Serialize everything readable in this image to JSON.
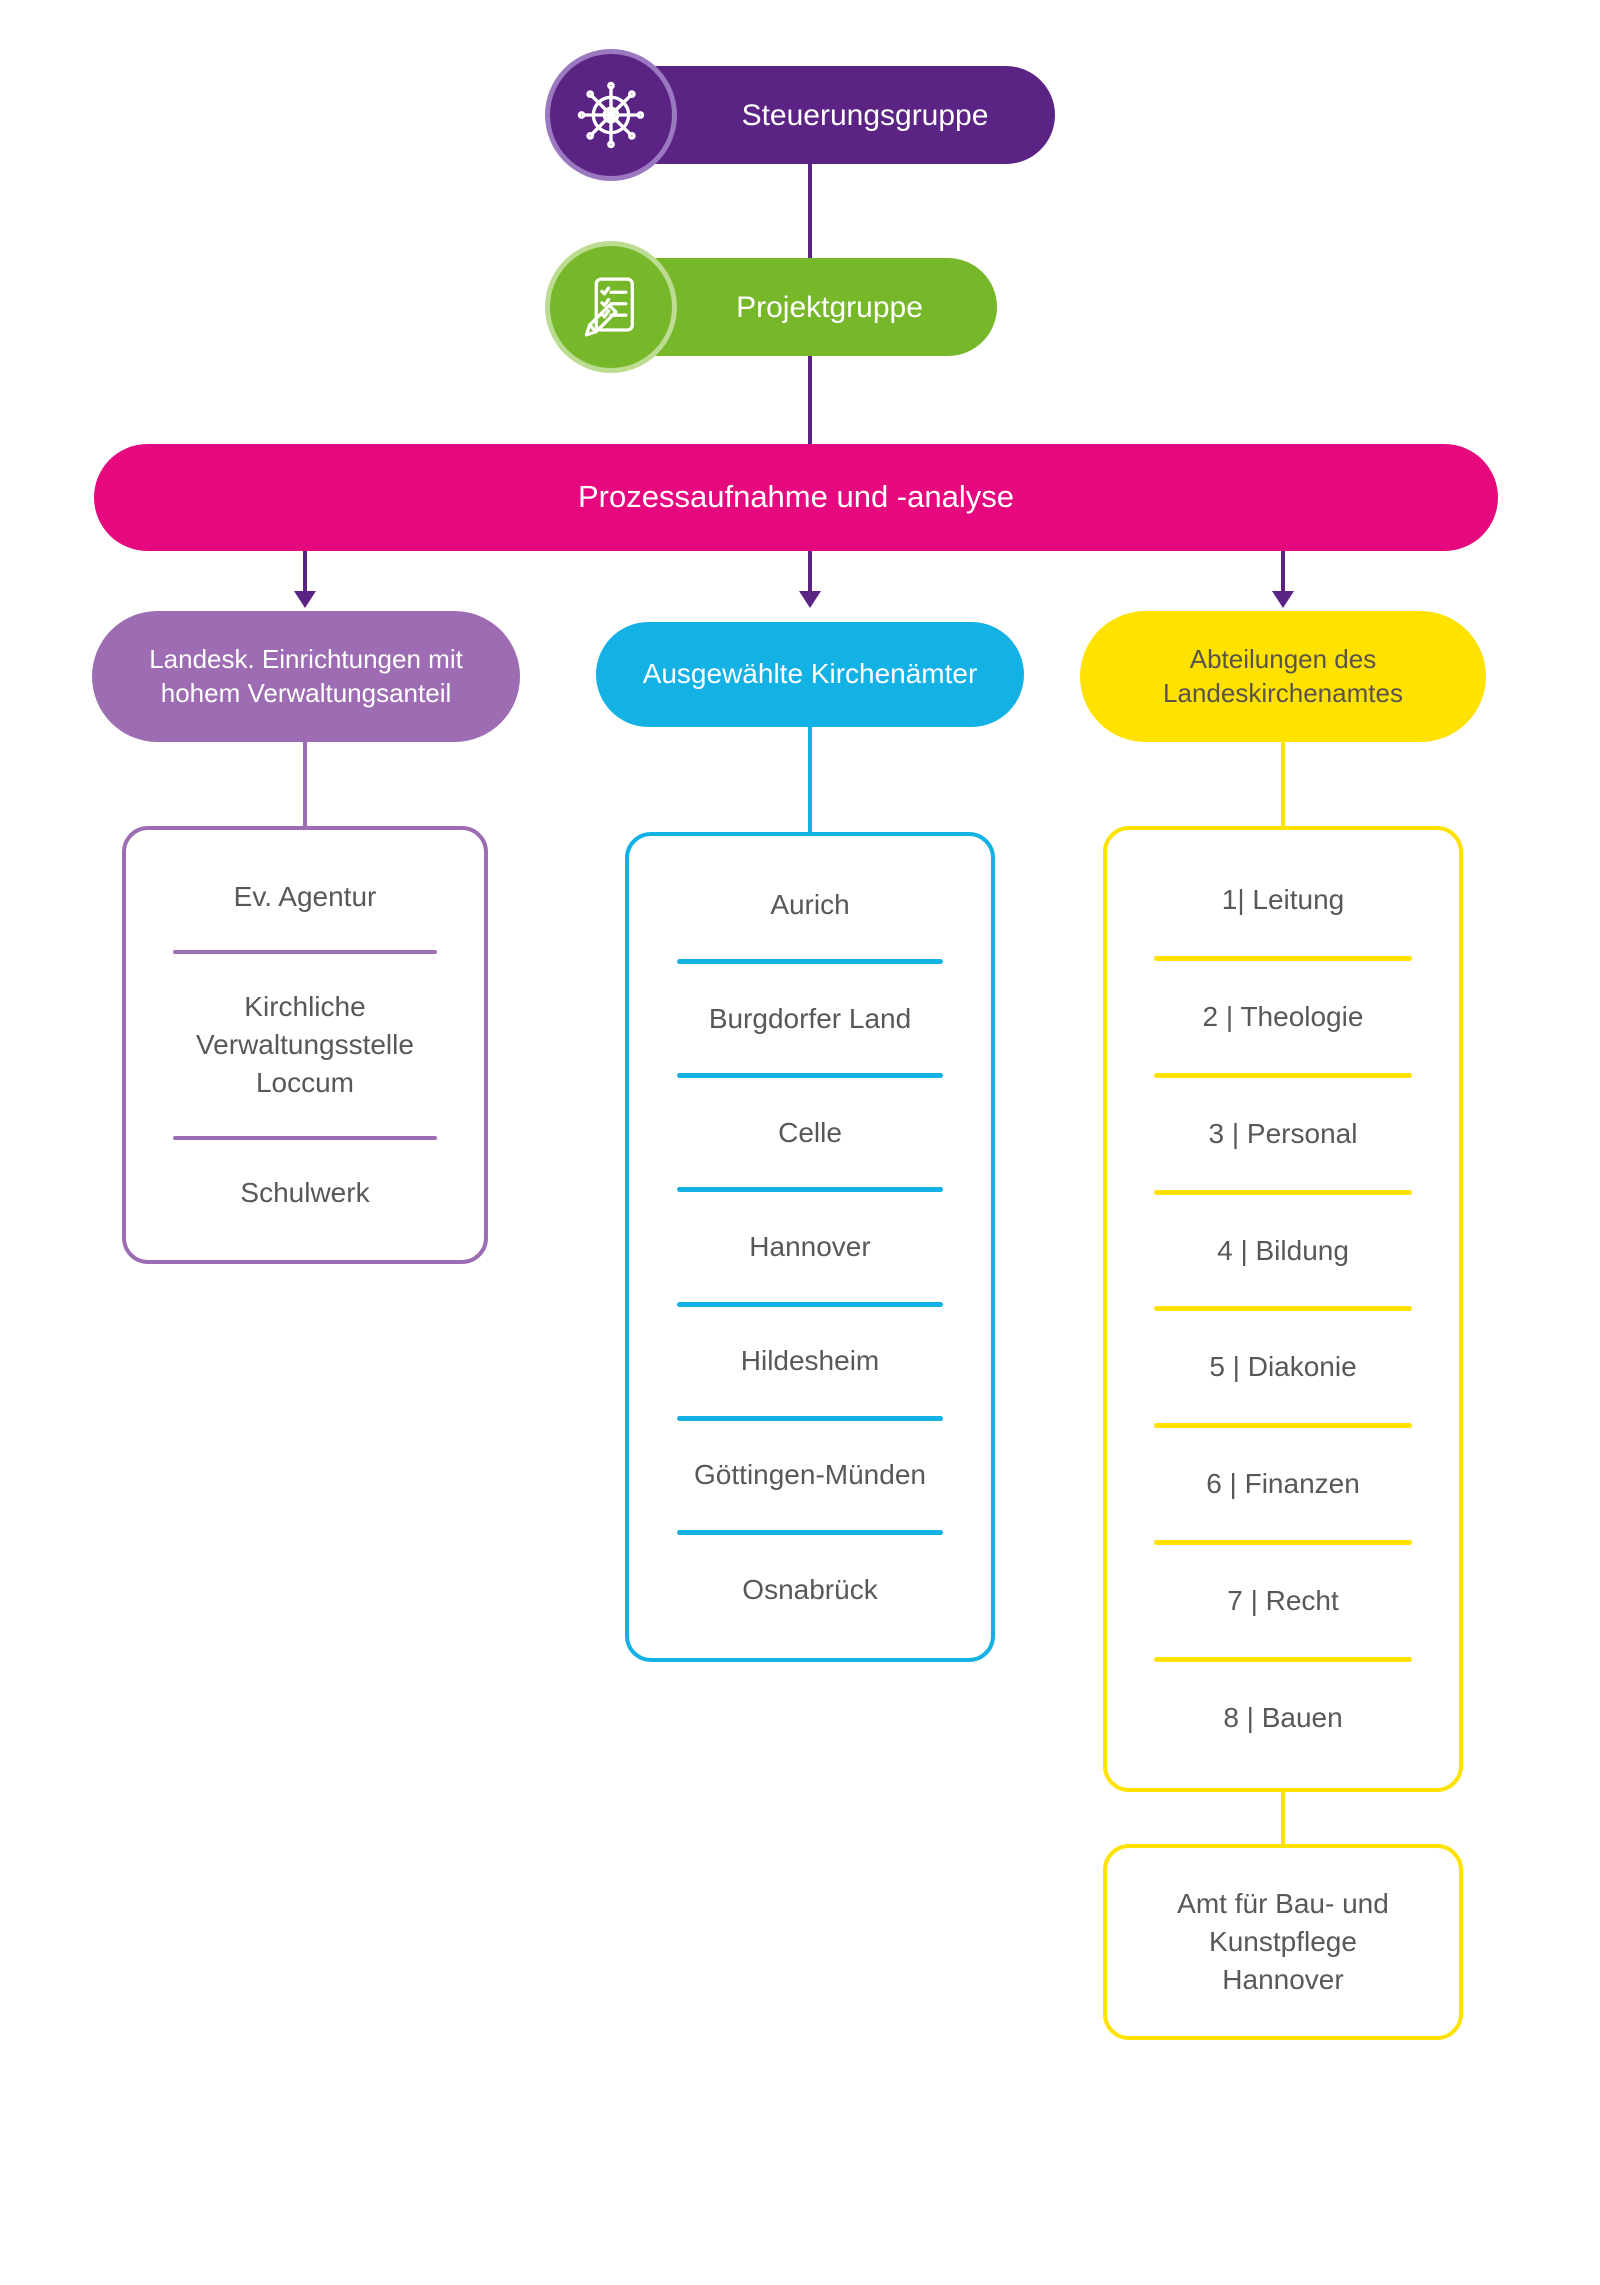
{
  "colors": {
    "purple": "#5b2384",
    "green": "#77b82a",
    "magenta": "#e6087e",
    "light_purple": "#9d6cb3",
    "cyan": "#14b1e4",
    "yellow": "#ffe200",
    "text_gray": "#58585a",
    "yellow_text": "#5a5349",
    "purple_ring": "#9a79c1",
    "green_ring": "#bcdc92"
  },
  "nodes": {
    "steuerungsgruppe": {
      "label": "Steuerungsgruppe",
      "icon": "ship-wheel-icon"
    },
    "projektgruppe": {
      "label": "Projektgruppe",
      "icon": "checklist-icon"
    },
    "prozessaufnahme": {
      "label": "Prozessaufnahme und -analyse"
    },
    "branch_left": {
      "label": "Landesk. Einrichtungen mit\nhohem Verwaltungsanteil"
    },
    "branch_middle": {
      "label": "Ausgewählte Kirchenämter"
    },
    "branch_right": {
      "label": "Abteilungen des\nLandeskirchenamtes"
    }
  },
  "lists": {
    "left_institutions": [
      "Ev. Agentur",
      "Kirchliche\nVerwaltungsstelle\nLoccum",
      "Schulwerk"
    ],
    "kirchenaemter": [
      "Aurich",
      "Burgdorfer Land",
      "Celle",
      "Hannover",
      "Hildesheim",
      "Göttingen-Münden",
      "Osnabrück"
    ],
    "abteilungen": [
      "1| Leitung",
      "2 | Theologie",
      "3 | Personal",
      "4 | Bildung",
      "5 | Diakonie",
      "6 | Finanzen",
      "7 | Recht",
      "8 | Bauen"
    ]
  },
  "bottom_box": {
    "label": "Amt für Bau- und\nKunstpflege\nHannover"
  }
}
